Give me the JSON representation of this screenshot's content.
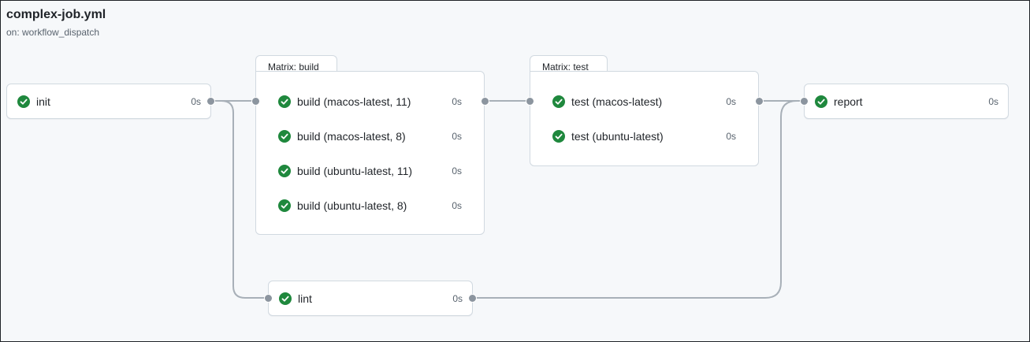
{
  "workflow": {
    "title": "complex-job.yml",
    "trigger": "on: workflow_dispatch"
  },
  "status_icon": "check-circle-icon",
  "colors": {
    "success": "#1f883d",
    "edge": "#a8b0b8",
    "connector_dot": "#8c959f",
    "canvas_bg": "#f6f8fa"
  },
  "jobs": {
    "init": {
      "name": "init",
      "duration": "0s"
    },
    "lint": {
      "name": "lint",
      "duration": "0s"
    },
    "report": {
      "name": "report",
      "duration": "0s"
    }
  },
  "matrix_build": {
    "label": "Matrix: build",
    "jobs": [
      {
        "name": "build (macos-latest, 11)",
        "duration": "0s"
      },
      {
        "name": "build (macos-latest, 8)",
        "duration": "0s"
      },
      {
        "name": "build (ubuntu-latest, 11)",
        "duration": "0s"
      },
      {
        "name": "build (ubuntu-latest, 8)",
        "duration": "0s"
      }
    ]
  },
  "matrix_test": {
    "label": "Matrix: test",
    "jobs": [
      {
        "name": "test (macos-latest)",
        "duration": "0s"
      },
      {
        "name": "test (ubuntu-latest)",
        "duration": "0s"
      }
    ]
  }
}
